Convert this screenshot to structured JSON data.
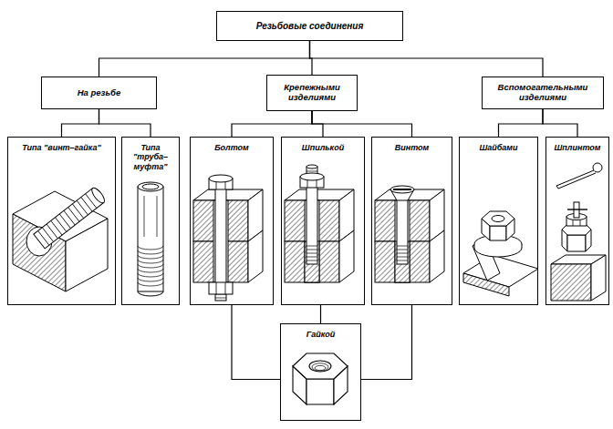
{
  "diagram": {
    "nodes": [
      {
        "text": [
          "Резьбовые соединения"
        ]
      },
      {
        "text": [
          "На резьбе"
        ]
      },
      {
        "text": [
          "Крепежными изделиями"
        ]
      },
      {
        "text": [
          "Вспомогательными изделиями"
        ]
      },
      {
        "text": [
          "Типа \"винт–гайка\""
        ]
      },
      {
        "text": [
          "Типа \"труба–муфта\""
        ]
      },
      {
        "text": [
          "Болтом"
        ]
      },
      {
        "text": [
          "Шпилькой"
        ]
      },
      {
        "text": [
          "Винтом"
        ]
      },
      {
        "text": [
          "Шайбами"
        ]
      },
      {
        "text": [
          "Шплинтом"
        ]
      },
      {
        "text": [
          "Гайкой"
        ]
      }
    ],
    "edges": [
      {
        "from": 0,
        "to": 1,
        "arrow": "none"
      },
      {
        "from": 0,
        "to": 2,
        "arrow": "none"
      },
      {
        "from": 0,
        "to": 3,
        "arrow": "none"
      },
      {
        "from": 1,
        "to": 4,
        "arrow": "none"
      },
      {
        "from": 1,
        "to": 5,
        "arrow": "none"
      },
      {
        "from": 2,
        "to": 6,
        "arrow": "none"
      },
      {
        "from": 2,
        "to": 7,
        "arrow": "none"
      },
      {
        "from": 2,
        "to": 8,
        "arrow": "none"
      },
      {
        "from": 3,
        "to": 9,
        "arrow": "none"
      },
      {
        "from": 3,
        "to": 10,
        "arrow": "none"
      },
      {
        "from": 6,
        "to": 11,
        "arrow": "none"
      },
      {
        "from": 7,
        "to": 11,
        "arrow": "none"
      },
      {
        "from": 8,
        "to": 11,
        "arrow": "none"
      }
    ]
  }
}
